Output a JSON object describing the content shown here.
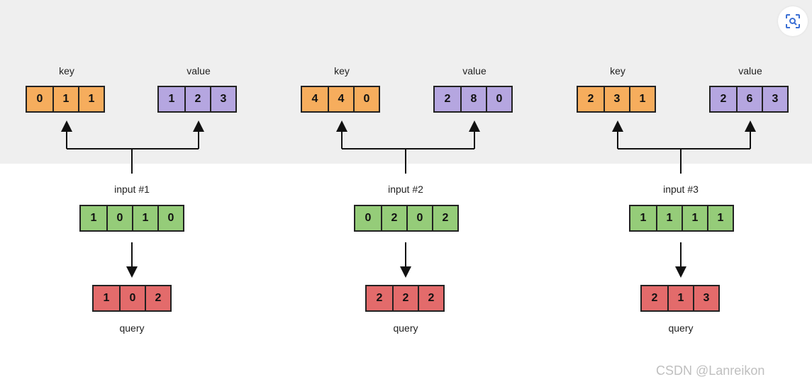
{
  "labels": {
    "key": "key",
    "value": "value",
    "query": "query"
  },
  "groups": [
    {
      "input_label": "input #1",
      "key": [
        "0",
        "1",
        "1"
      ],
      "value": [
        "1",
        "2",
        "3"
      ],
      "input": [
        "1",
        "0",
        "1",
        "0"
      ],
      "query": [
        "1",
        "0",
        "2"
      ]
    },
    {
      "input_label": "input #2",
      "key": [
        "4",
        "4",
        "0"
      ],
      "value": [
        "2",
        "8",
        "0"
      ],
      "input": [
        "0",
        "2",
        "0",
        "2"
      ],
      "query": [
        "2",
        "2",
        "2"
      ]
    },
    {
      "input_label": "input #3",
      "key": [
        "2",
        "3",
        "1"
      ],
      "value": [
        "2",
        "6",
        "3"
      ],
      "input": [
        "1",
        "1",
        "1",
        "1"
      ],
      "query": [
        "2",
        "1",
        "3"
      ]
    }
  ],
  "colors": {
    "key": "#f6ad5d",
    "value": "#b5a6e0",
    "input": "#95cc79",
    "query": "#e36b6b",
    "band": "#efefef"
  },
  "icons": {
    "top_right": "image-search-icon"
  },
  "watermark": "CSDN @Lanreikon"
}
